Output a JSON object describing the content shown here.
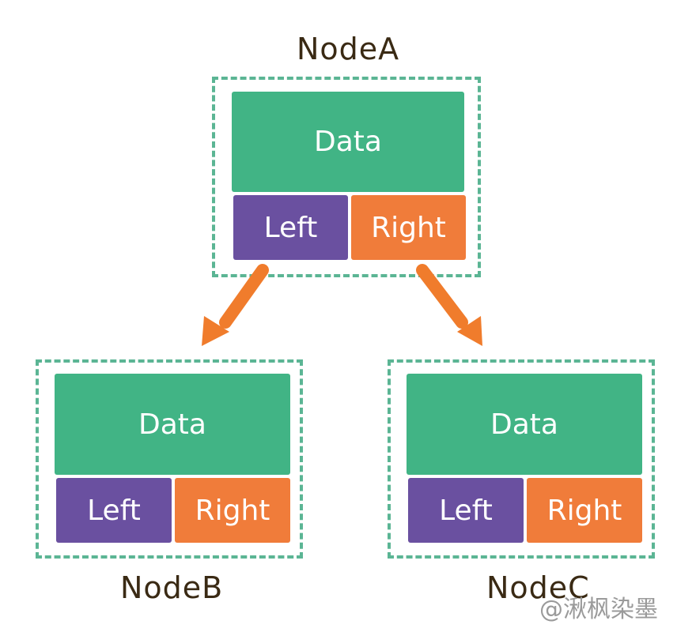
{
  "colors": {
    "data": "#41b485",
    "left": "#6a50a0",
    "right": "#f07c3a",
    "border": "#5bb594",
    "arrow": "#f07c2c",
    "title": "#3a2a14"
  },
  "nodes": {
    "a": {
      "title": "NodeA",
      "data": "Data",
      "left": "Left",
      "right": "Right"
    },
    "b": {
      "title": "NodeB",
      "data": "Data",
      "left": "Left",
      "right": "Right"
    },
    "c": {
      "title": "NodeC",
      "data": "Data",
      "left": "Left",
      "right": "Right"
    }
  },
  "edges": [
    {
      "from": "NodeA.Left",
      "to": "NodeB"
    },
    {
      "from": "NodeA.Right",
      "to": "NodeC"
    }
  ],
  "watermark": "@湫枫染墨"
}
